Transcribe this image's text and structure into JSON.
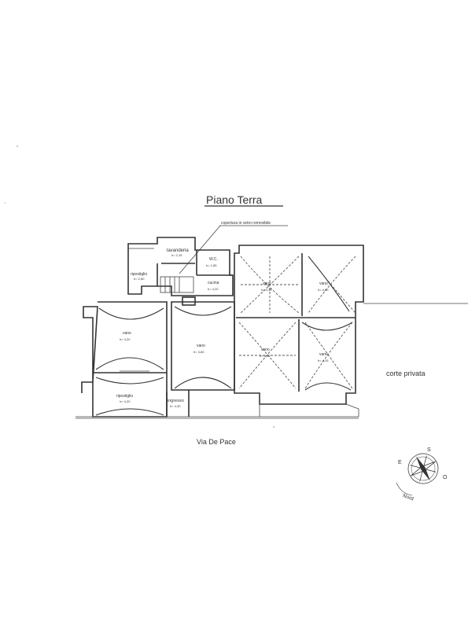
{
  "plan": {
    "title": "Piano Terra",
    "roof_note": "copertura in vetro removibile",
    "rooms": {
      "lavanderia": {
        "name": "lavanderia",
        "height": "h= 2,15"
      },
      "wc": {
        "name": "W.C.",
        "height": "h= 1,85"
      },
      "ripostiglio_top": {
        "name": "ripostiglio",
        "height": "h= 2,80"
      },
      "cucina": {
        "name": "cucina",
        "height": "h= 4,20"
      },
      "vano_left": {
        "name": "vano",
        "height": "h= 4,20"
      },
      "vano_center": {
        "name": "vano",
        "height": "h= 3,60"
      },
      "vano_tr1": {
        "name": "vano",
        "height": "h= 4,10"
      },
      "vano_tr2": {
        "name": "vano",
        "height": "h= 4,00"
      },
      "vano_br1": {
        "name": "vano",
        "height": "h= 4,10"
      },
      "vano_br2": {
        "name": "vano",
        "height": "h= 4,15"
      },
      "ripostiglio_bottom": {
        "name": "ripostiglio",
        "height": "h= 4,20"
      },
      "ingresso": {
        "name": "ingresso",
        "height": "h= 4,30"
      }
    },
    "street": "Via De Pace",
    "courtyard": "corte privata"
  },
  "compass": {
    "north_label": "Nord",
    "south_label": "S",
    "east_label": "E",
    "west_label": "O"
  }
}
